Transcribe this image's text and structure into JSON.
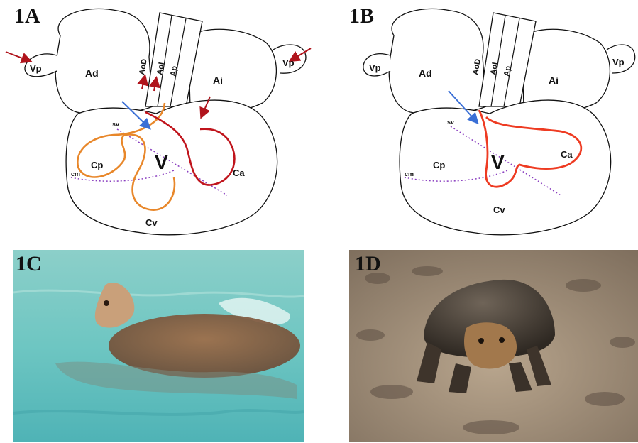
{
  "panels": {
    "a": {
      "label": "1A",
      "labels": {
        "vp_left": "Vp",
        "vp_right": "Vp",
        "ad": "Ad",
        "ai": "Ai",
        "aod": "AoD",
        "aoi": "AoI",
        "ap": "Ap",
        "v": "V",
        "cp": "Cp",
        "cv": "Cv",
        "ca": "Ca",
        "sv": "sv",
        "cm": "cm"
      }
    },
    "b": {
      "label": "1B",
      "labels": {
        "vp_left": "Vp",
        "vp_right": "Vp",
        "ad": "Ad",
        "ai": "Ai",
        "aod": "AoD",
        "aoi": "AoI",
        "ap": "Ap",
        "v": "V",
        "cp": "Cp",
        "cv": "Cv",
        "ca": "Ca",
        "sv": "sv",
        "cm": "cm"
      }
    },
    "c": {
      "label": "1C",
      "subject": "sea turtle swimming in turquoise water"
    },
    "d": {
      "label": "1D",
      "subject": "tortoise walking on rocky ground"
    }
  },
  "colors": {
    "outline": "#111111",
    "deoxygenated_arrow": "#3a6fd6",
    "oxygenated_arrow": "#b0141c",
    "pulmonary_flow": "#e8872a",
    "systemic_flow": "#c0141c",
    "mixed_flow": "#ee3b22",
    "septum": "#8a3fc0"
  }
}
